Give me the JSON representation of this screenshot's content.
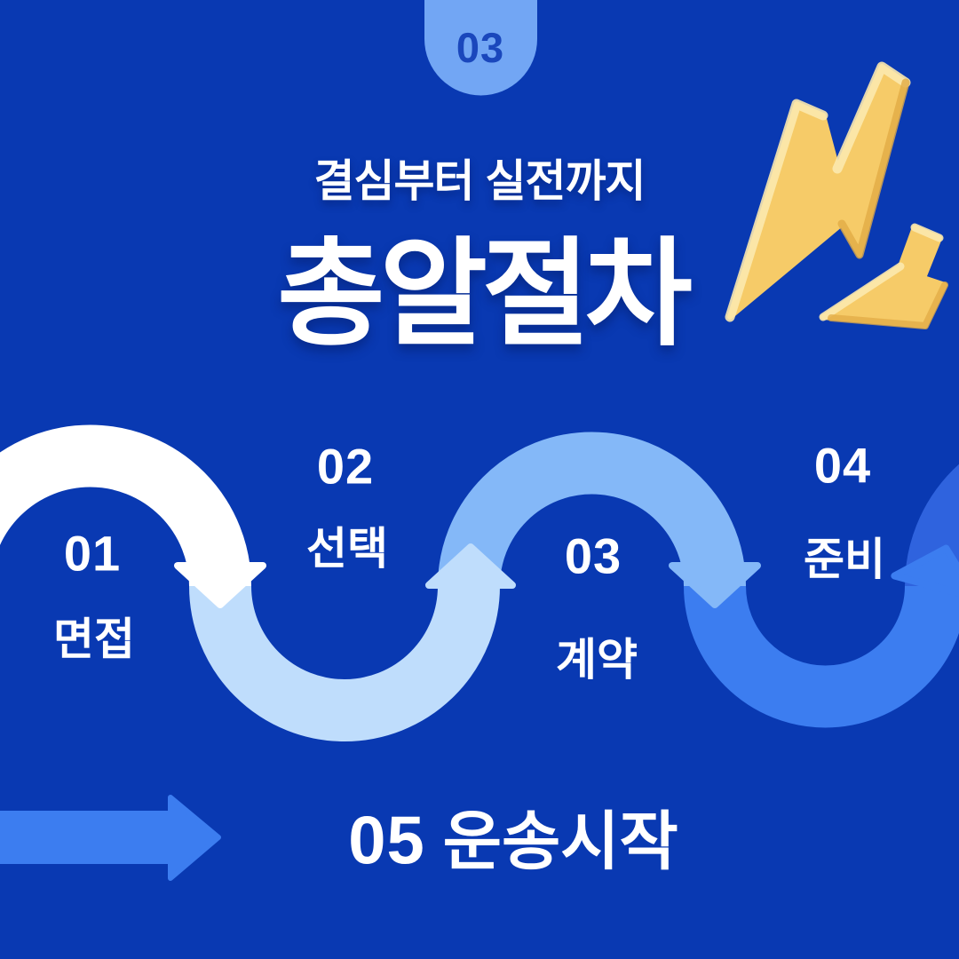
{
  "header": {
    "page_badge": "03",
    "subtitle": "결심부터 실전까지",
    "title": "총알절차"
  },
  "steps": [
    {
      "number": "01",
      "label": "면접"
    },
    {
      "number": "02",
      "label": "선택"
    },
    {
      "number": "03",
      "label": "계약"
    },
    {
      "number": "04",
      "label": "준비"
    }
  ],
  "final_step": {
    "number": "05",
    "label": "운송시작"
  },
  "colors": {
    "background": "#0939B2",
    "text_white": "#FFFFFF",
    "arc_step1": "#FFFFFF",
    "arc_step2": "#BFDDFC",
    "arc_step3": "#84B8F8",
    "arc_step4": "#3C7DF0",
    "arc_step5": "#2F63DE",
    "badge_bg": "#72A6F4",
    "badge_text": "#1A47BC",
    "bolt_body": "#F6CB68",
    "bolt_highlight": "#FCE9AE",
    "bolt_shadow": "#E2AB45"
  }
}
